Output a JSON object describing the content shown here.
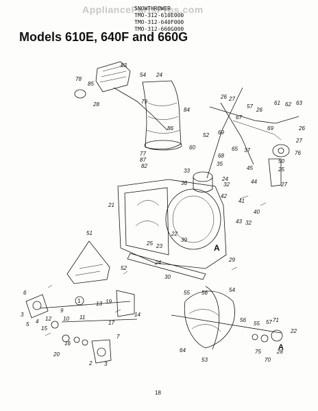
{
  "watermark": "AppliancePartsPros.com",
  "header": {
    "codes": [
      "SNOWTHROWER",
      "TMO-312-610E000",
      "TMO-312-640F000",
      "TMO-312-660G000"
    ],
    "title": "Models 610E, 640F and 660G"
  },
  "diagram": {
    "callout_label": "A",
    "circle_label": "1",
    "parts": [
      "83",
      "78",
      "85",
      "54",
      "24",
      "28",
      "79",
      "84",
      "86",
      "77",
      "87",
      "82",
      "26",
      "27",
      "57",
      "26",
      "61",
      "62",
      "63",
      "69",
      "67",
      "26",
      "27",
      "76",
      "50",
      "25",
      "27",
      "52",
      "69",
      "60",
      "65",
      "68",
      "37",
      "33",
      "35",
      "36",
      "32",
      "45",
      "24",
      "44",
      "21",
      "42",
      "41",
      "40",
      "43",
      "32",
      "22",
      "39",
      "25",
      "23",
      "24",
      "30",
      "29",
      "51",
      "52",
      "6",
      "3",
      "9",
      "10",
      "11",
      "13",
      "19",
      "17",
      "14",
      "5",
      "4",
      "15",
      "12",
      "16",
      "7",
      "20",
      "2",
      "3",
      "55",
      "56",
      "54",
      "56",
      "55",
      "57",
      "71",
      "28",
      "22",
      "75",
      "70",
      "64",
      "53"
    ]
  },
  "page_number": "18"
}
